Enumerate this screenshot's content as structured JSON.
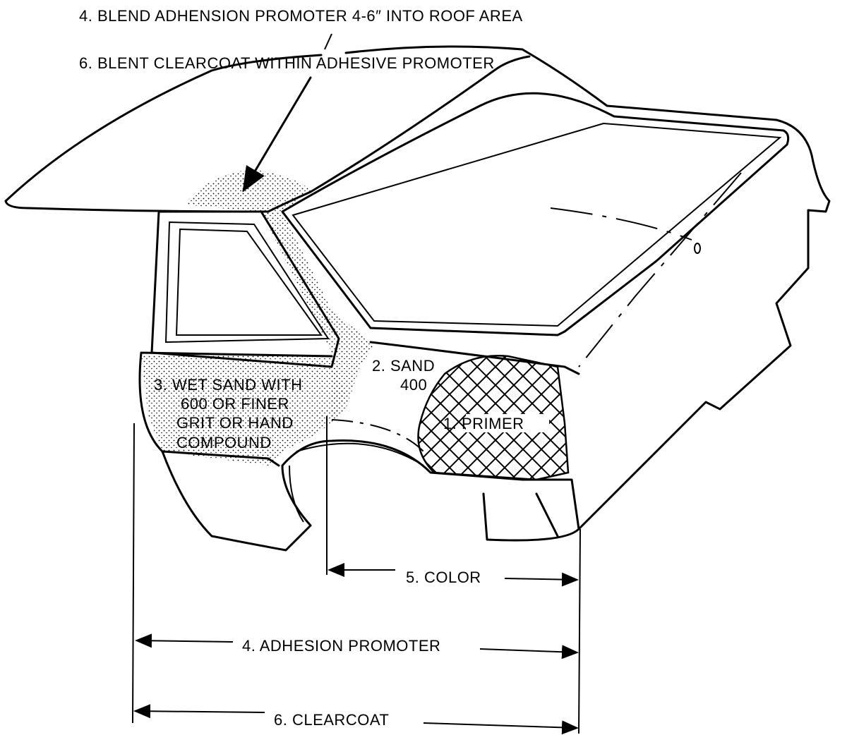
{
  "title_notes": {
    "note_roof": "4.  BLEND ADHENSION PROMOTER 4-6″ INTO ROOF AREA",
    "note_clearcoat_blend": "6.  BLENT CLEARCOAT WITHIN ADHESIVE PROMOTER"
  },
  "callouts": {
    "wet_sand": [
      "3.  WET SAND WITH",
      "600 OR FINER",
      "GRIT OR HAND",
      "COMPOUND"
    ],
    "sand": [
      "2.  SAND",
      "400"
    ],
    "primer": "1.  PRIMER"
  },
  "dimensions": {
    "color": "5.  COLOR",
    "adhesion_promoter": "4.  ADHESION PROMOTER",
    "clearcoat": "6.  CLEARCOAT"
  },
  "colors": {
    "ink": "#000000",
    "paper": "#ffffff"
  }
}
